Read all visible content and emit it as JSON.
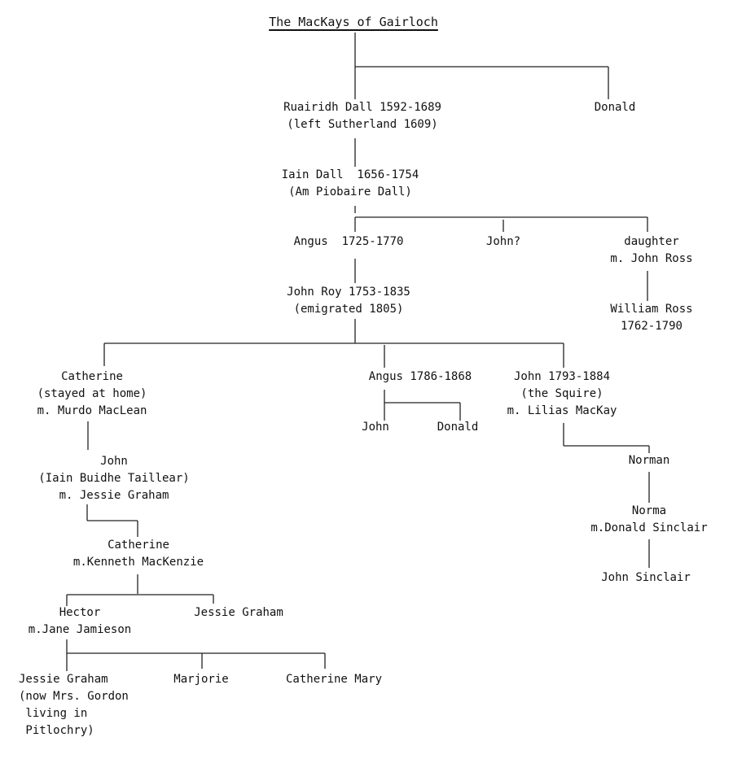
{
  "title": "The MacKays of Gairloch",
  "nodes": {
    "ruairidh": [
      "Ruairidh Dall 1592-1689",
      "(left Sutherland 1609)"
    ],
    "donald_1": [
      "Donald"
    ],
    "iain_dall": [
      "Iain Dall  1656-1754",
      "(Am Piobaire Dall)"
    ],
    "angus_1725": [
      "Angus  1725-1770"
    ],
    "john_q": [
      "John?"
    ],
    "daughter": [
      "daughter",
      "m. John Ross"
    ],
    "john_roy": [
      "John Roy 1753-1835",
      "(emigrated 1805)"
    ],
    "william_ross": [
      "William Ross",
      "1762-1790"
    ],
    "catherine_1": [
      "Catherine",
      "(stayed at home)",
      "m. Murdo MacLean"
    ],
    "angus_1786": [
      "Angus 1786-1868"
    ],
    "john_squire": [
      "John 1793-1884",
      "(the Squire)",
      "m. Lilias MacKay"
    ],
    "john_2": [
      "John"
    ],
    "donald_2": [
      "Donald"
    ],
    "norman": [
      "Norman"
    ],
    "norma": [
      "Norma",
      "m.Donald Sinclair"
    ],
    "john_sinclair": [
      "John Sinclair"
    ],
    "john_taillear": [
      "John",
      "(Iain Buidhe Taillear)",
      "m. Jessie Graham"
    ],
    "catherine_2": [
      "Catherine",
      "m.Kenneth MacKenzie"
    ],
    "hector": [
      "Hector",
      "m.Jane Jamieson"
    ],
    "jessie_graham_1": [
      "Jessie Graham"
    ],
    "jessie_graham_2": [
      "Jessie Graham",
      "(now Mrs. Gordon",
      " living in",
      " Pitlochry)"
    ],
    "marjorie": [
      "Marjorie"
    ],
    "catherine_mary": [
      "Catherine Mary"
    ]
  }
}
